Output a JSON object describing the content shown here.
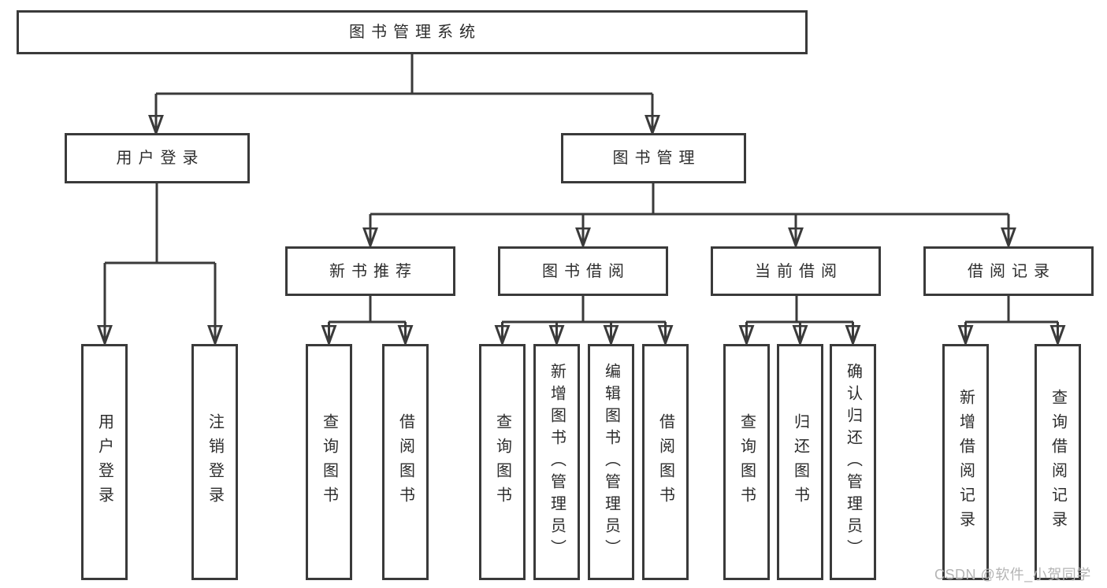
{
  "diagram_type": "hierarchy-tree",
  "colors": {
    "line": "#3a3a3a",
    "text": "#2d2d2d",
    "box_fill": "#ffffff",
    "watermark": "#b5b5b5",
    "background": "#ffffff"
  },
  "watermark": "CSDN @软件_小贺同学",
  "tree": {
    "label": "图书管理系统",
    "children": [
      {
        "label": "用户登录",
        "children": [
          {
            "label": "用户登录"
          },
          {
            "label": "注销登录"
          }
        ]
      },
      {
        "label": "图书管理",
        "children": [
          {
            "label": "新书推荐",
            "children": [
              {
                "label": "查询图书"
              },
              {
                "label": "借阅图书"
              }
            ]
          },
          {
            "label": "图书借阅",
            "children": [
              {
                "label": "查询图书"
              },
              {
                "label": "新增图书（管理员）"
              },
              {
                "label": "编辑图书（管理员）"
              },
              {
                "label": "借阅图书"
              }
            ]
          },
          {
            "label": "当前借阅",
            "children": [
              {
                "label": "查询图书"
              },
              {
                "label": "归还图书"
              },
              {
                "label": "确认归还（管理员）"
              }
            ]
          },
          {
            "label": "借阅记录",
            "children": [
              {
                "label": "新增借阅记录"
              },
              {
                "label": "查询借阅记录"
              }
            ]
          }
        ]
      }
    ]
  }
}
